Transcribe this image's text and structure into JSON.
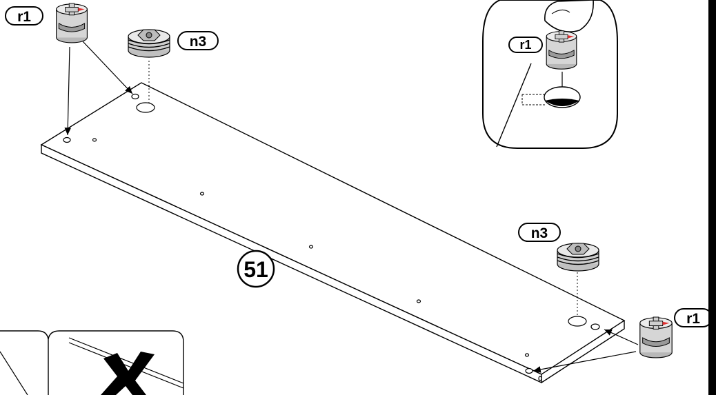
{
  "labels": {
    "cam_lock": "r1",
    "cam_housing": "n3",
    "panel_number": "51"
  },
  "icons": [
    "cam-lock-icon",
    "cam-housing-icon",
    "hand-icon",
    "wrong-x-icon"
  ],
  "colors": {
    "line": "#000000",
    "cam_body": "#d4d4d4",
    "cam_shade": "#a8a8a8",
    "arrow_marker": "#e03030"
  }
}
